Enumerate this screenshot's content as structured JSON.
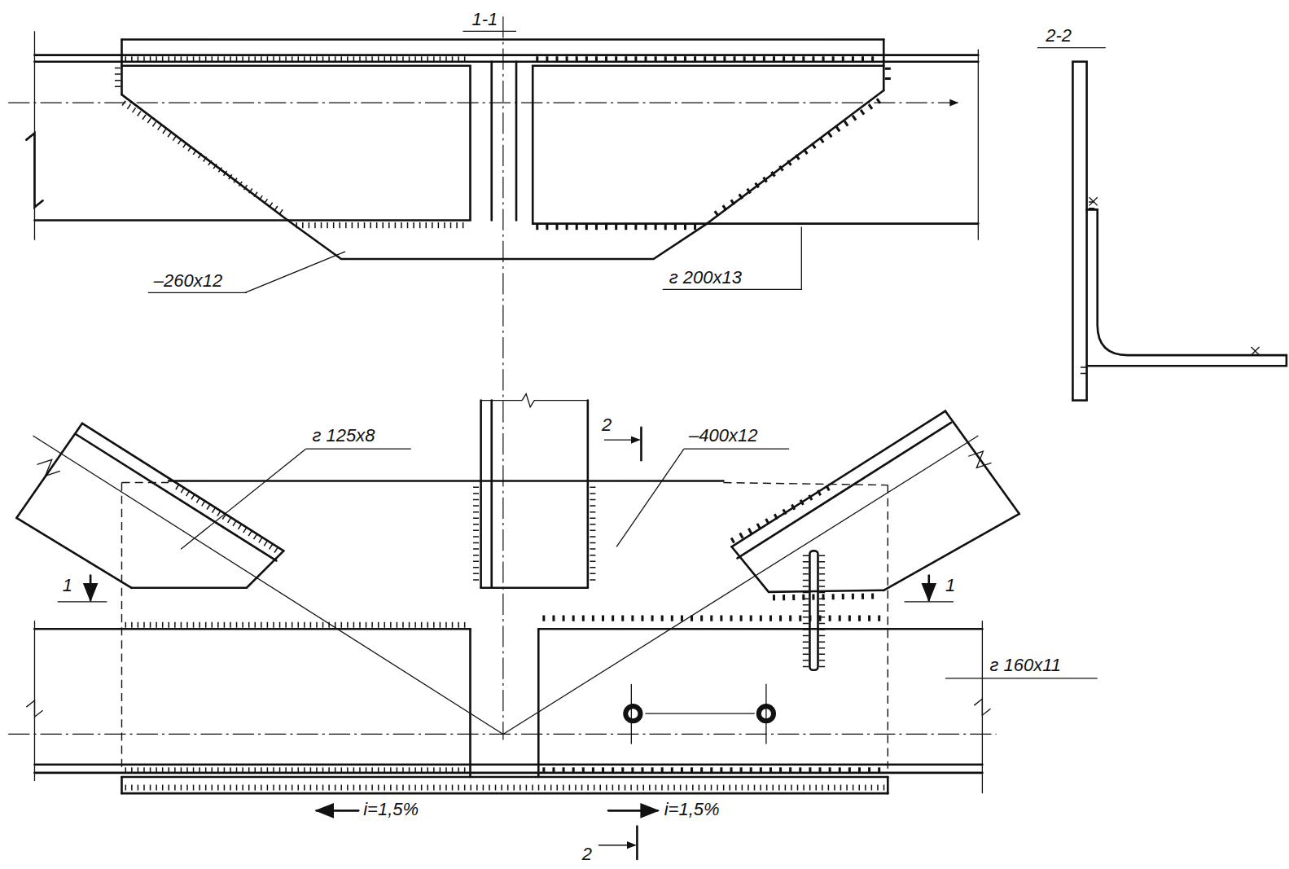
{
  "diagram": {
    "labels": [
      "1-1",
      "2-2",
      "–260x12",
      "г 200x13",
      "г 125x8",
      "2",
      "–400x12",
      "1",
      "1",
      "г 160x11",
      "i=1,5%",
      "i=1,5%",
      "2"
    ]
  }
}
